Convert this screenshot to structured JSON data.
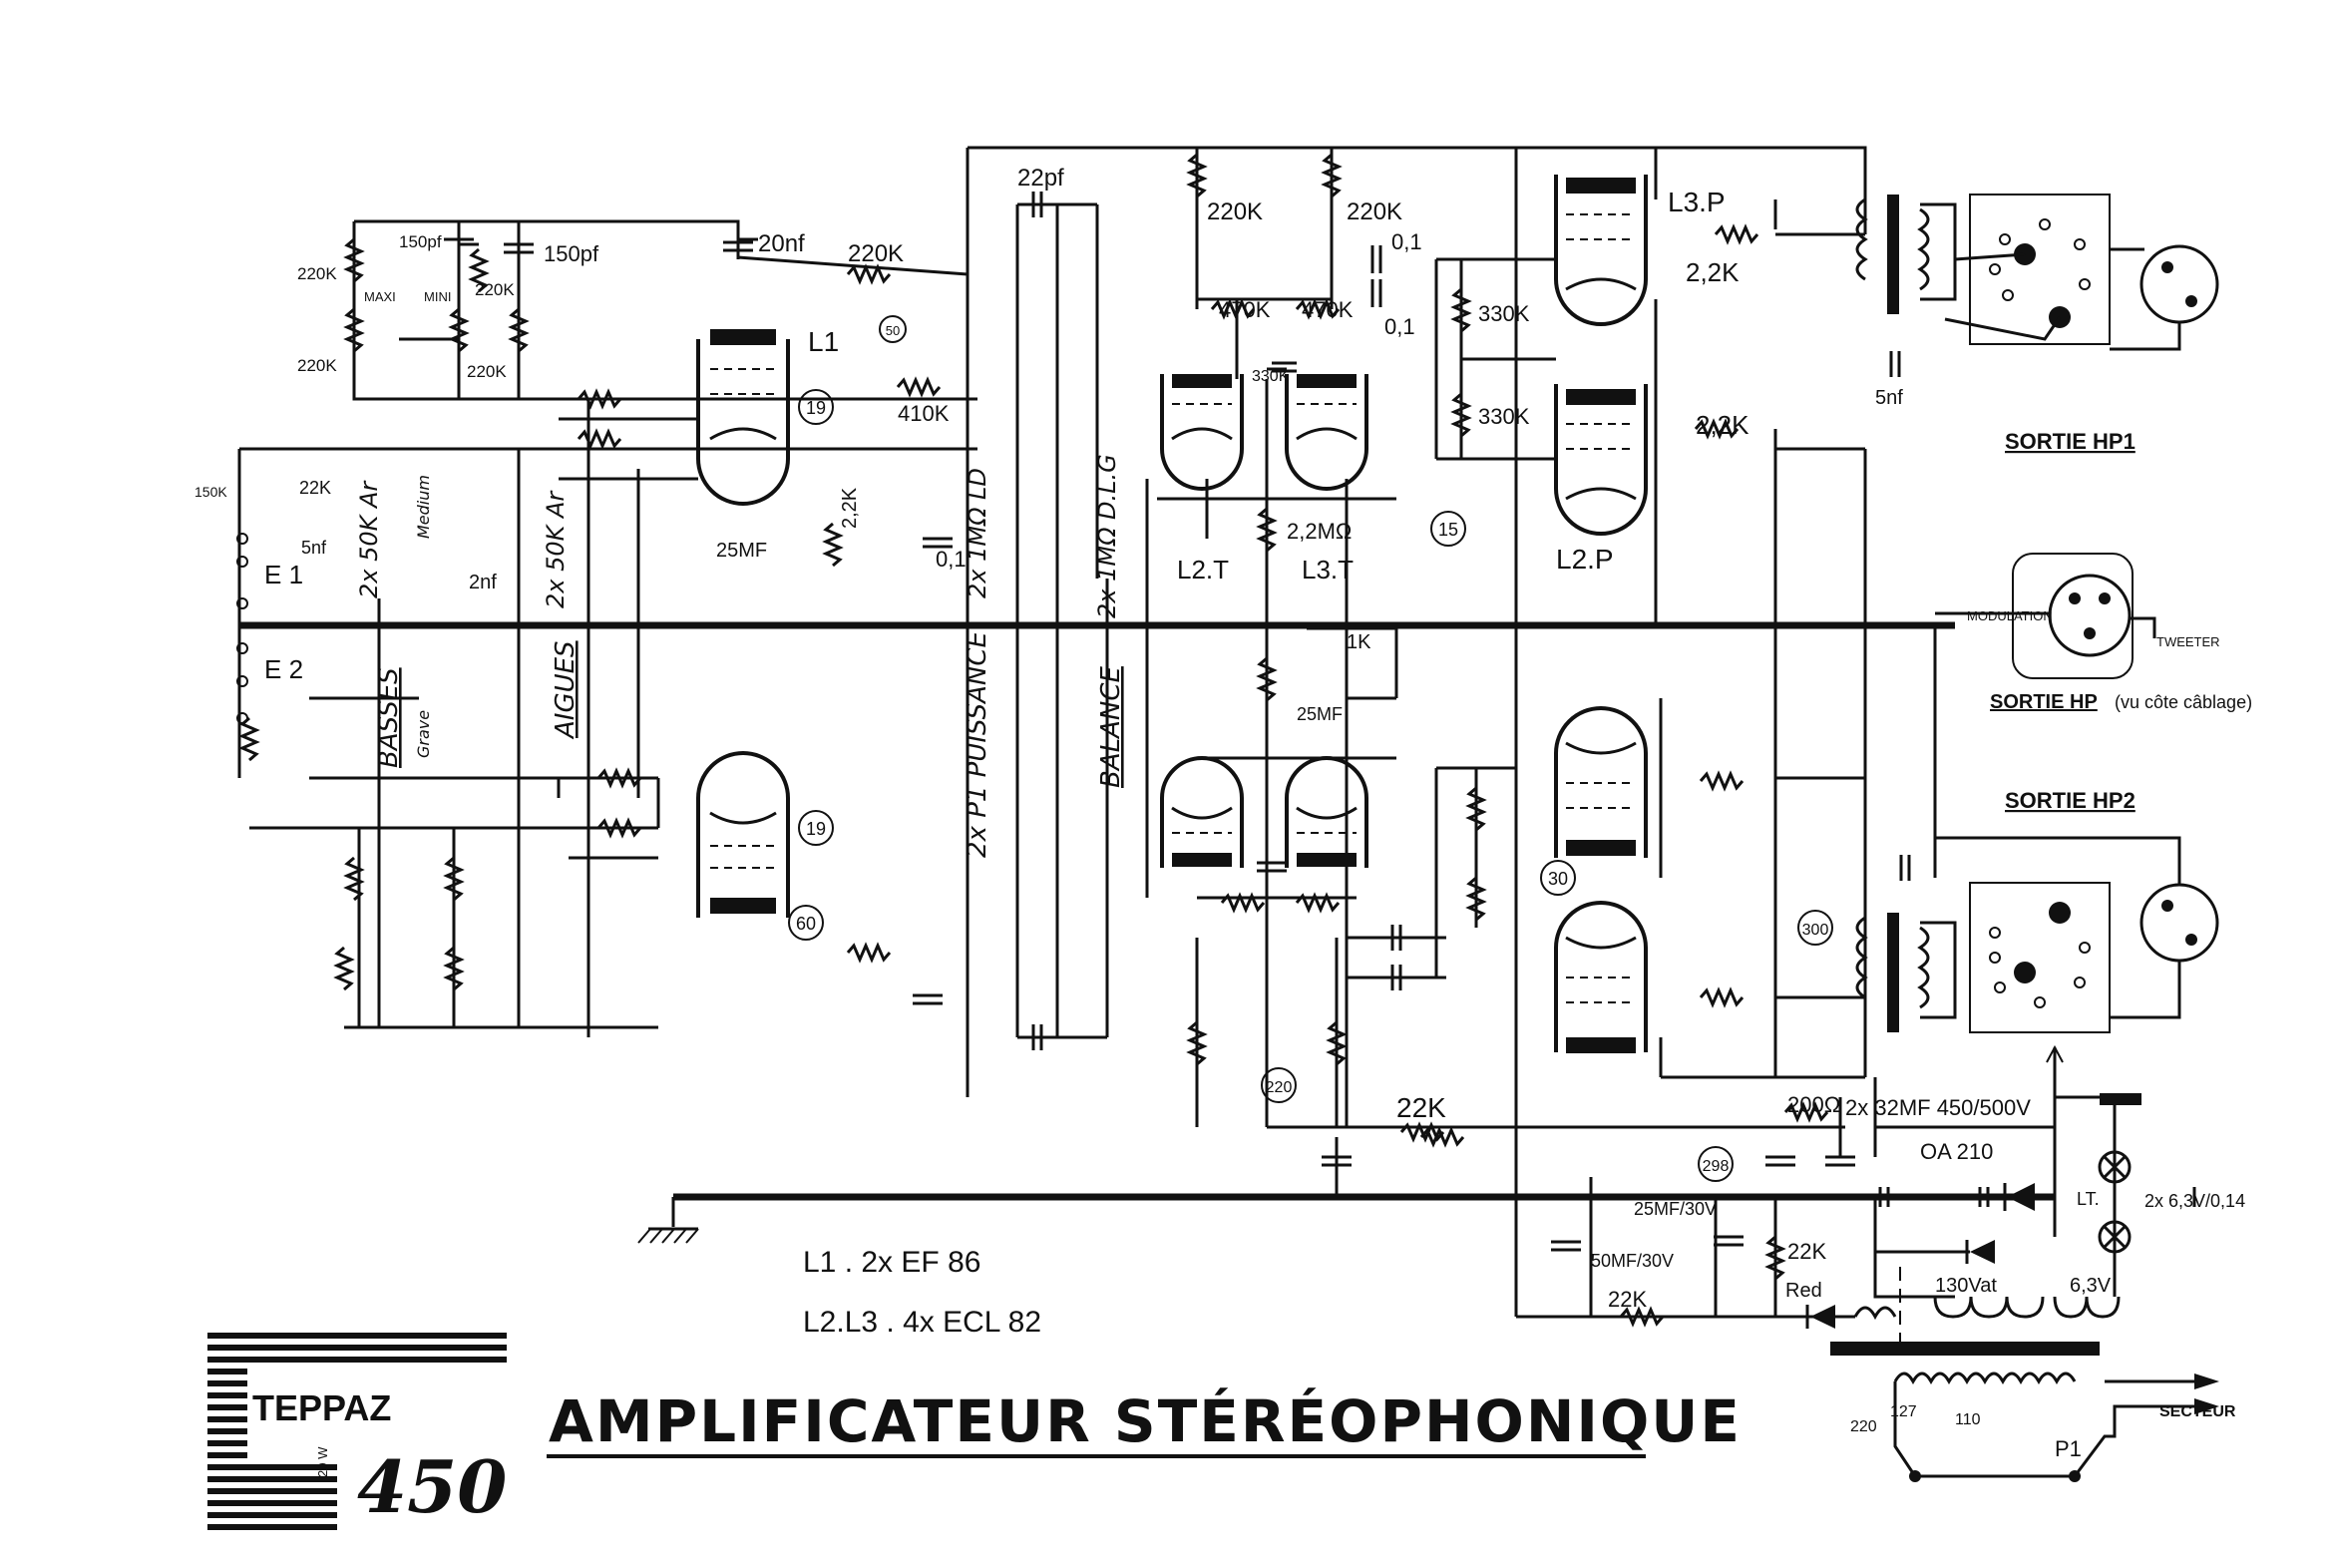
{
  "title": "AMPLIFICATEUR STÉRÉOPHONIQUE",
  "logo": {
    "brand": "TEPPAZ",
    "model": "450",
    "side_text": "20 W"
  },
  "tube_legend": [
    "L1 . 2x EF 86",
    "L2.L3 . 4x ECL 82"
  ],
  "outputs": {
    "hp1": "SORTIE HP1",
    "hp": "SORTIE HP",
    "hp_note": "(vu côte câblage)",
    "hp2": "SORTIE HP2",
    "modulation": "MODULATION",
    "tweeter": "TWEETER",
    "secteur": "SECTEUR"
  },
  "inputs": [
    "E 1",
    "E 2"
  ],
  "tubes": [
    "L1",
    "L2.T",
    "L3.T",
    "L3.P",
    "L2.P"
  ],
  "controls": {
    "basses": "BASSES",
    "aigues": "AIGUES",
    "puissance": "2x P1 PUISSANCE",
    "balance": "BALANCE",
    "pot_basses": "2x 50K Ar",
    "pot_aigues": "2x 50K Ar",
    "pot_ld": "2x 1MΩ LD",
    "pot_dlg": "2x 1MΩ D.L.G",
    "medium": "Medium",
    "grave": "Grave",
    "maxi": "MAXI",
    "mini": "MINI"
  },
  "components": {
    "r220k_a": "220K",
    "r220k_b": "220K",
    "r220k_c": "220K",
    "r220k_d": "220K",
    "r220k_e": "220K",
    "r220k_f": "220K",
    "r220k_g": "220K",
    "c150pf_a": "150pf",
    "c150pf_b": "150pf",
    "c20nf": "20nf",
    "c22pf": "22pf",
    "r470k_a": "470K",
    "r470k_b": "470K",
    "c01_a": "0,1",
    "c01_b": "0,1",
    "c01_c": "0,1",
    "r330k_a": "330K",
    "r330k_b": "330K",
    "r330k_c": "330K",
    "r22k_a": "2,2K",
    "r22k_b": "2,2K",
    "r22k_c": "2,2K",
    "r410k": "410K",
    "r22meg": "2,2MΩ",
    "c25mf_a": "25MF",
    "c25mf_b": "25MF",
    "r1k": "1K",
    "c5nf_a": "5nf",
    "c5nf_b": "5nf",
    "c2nf": "2nf",
    "r22k_main": "22K",
    "r22k_psu_a": "22K",
    "r22k_psu_b": "22K",
    "r200": "200Ω",
    "c2x32": "2x 32MF 450/500V",
    "oa210": "OA 210",
    "c25mf30v": "25MF/30V",
    "c50mf30v": "50MF/30V",
    "red": "Red",
    "v130": "130Vat",
    "v63": "6,3V",
    "lt": "LT.",
    "lamps": "2x 6,3V/0,14",
    "p1": "P1",
    "tap220": "220",
    "tap127": "127",
    "tap110": "110",
    "r50k": "150K",
    "r22k_in": "22K"
  },
  "node_tags": [
    "19",
    "19",
    "60",
    "15",
    "30",
    "300",
    "220",
    "298",
    "50"
  ]
}
